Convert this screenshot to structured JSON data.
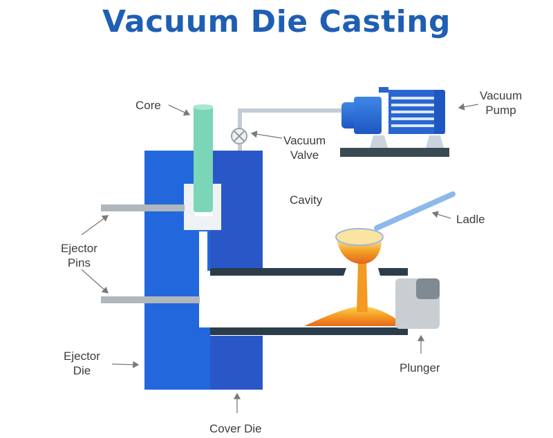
{
  "title": "Vacuum Die Casting",
  "labels": {
    "core": "Core",
    "vacuum_valve": [
      "Vacuum",
      "Valve"
    ],
    "vacuum_pump": [
      "Vacuum",
      "Pump"
    ],
    "cavity": "Cavity",
    "ladle": "Ladle",
    "ejector_pins": [
      "Ejector",
      "Pins"
    ],
    "ejector_die": [
      "Ejector",
      "Die"
    ],
    "plunger": "Plunger",
    "cover_die": "Cover Die"
  },
  "colors": {
    "title": "#1f5fb3",
    "ejector_die": "#1e63d6",
    "cover_die": "#2a58c9",
    "core": "#7ad6b6",
    "pipe": "#bcc7d2",
    "pump_body": "#2a6fd6",
    "pump_fins": "#cfe0f7",
    "base_plate": "#37474f",
    "molten_metal": "#f08a1c",
    "ladle_handle": "#8cb8ea",
    "plunger": "#c7ccd1",
    "pins": "#b0b6bc",
    "arrow": "#7a7a7a"
  }
}
